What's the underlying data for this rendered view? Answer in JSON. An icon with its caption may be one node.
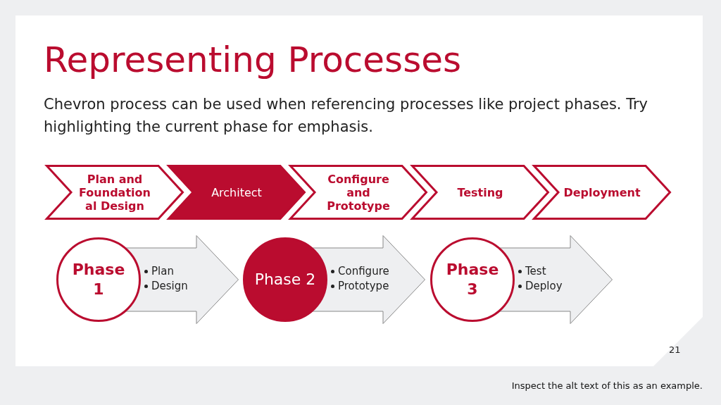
{
  "diagram": {
    "title": "Representing Processes",
    "nodes": [
      {
        "text": [
          "Plan and Foundational Design"
        ]
      },
      {
        "text": [
          "Architect"
        ]
      },
      {
        "text": [
          "Configure and Prototype"
        ]
      },
      {
        "text": [
          "Testing"
        ]
      },
      {
        "text": [
          "Deployment"
        ]
      },
      {
        "text": [
          "Phase 1"
        ]
      },
      {
        "text": [
          "Plan",
          "Design"
        ]
      },
      {
        "text": [
          "Phase 2"
        ]
      },
      {
        "text": [
          "Configure",
          "Prototype"
        ]
      },
      {
        "text": [
          "Phase 3"
        ]
      },
      {
        "text": [
          "Test",
          "Deploy"
        ]
      }
    ],
    "labels": [
      "Chevron process can be used when referencing processes like project phases. Try highlighting the current phase for emphasis.",
      "21",
      "Inspect the alt text of this as an example."
    ]
  }
}
